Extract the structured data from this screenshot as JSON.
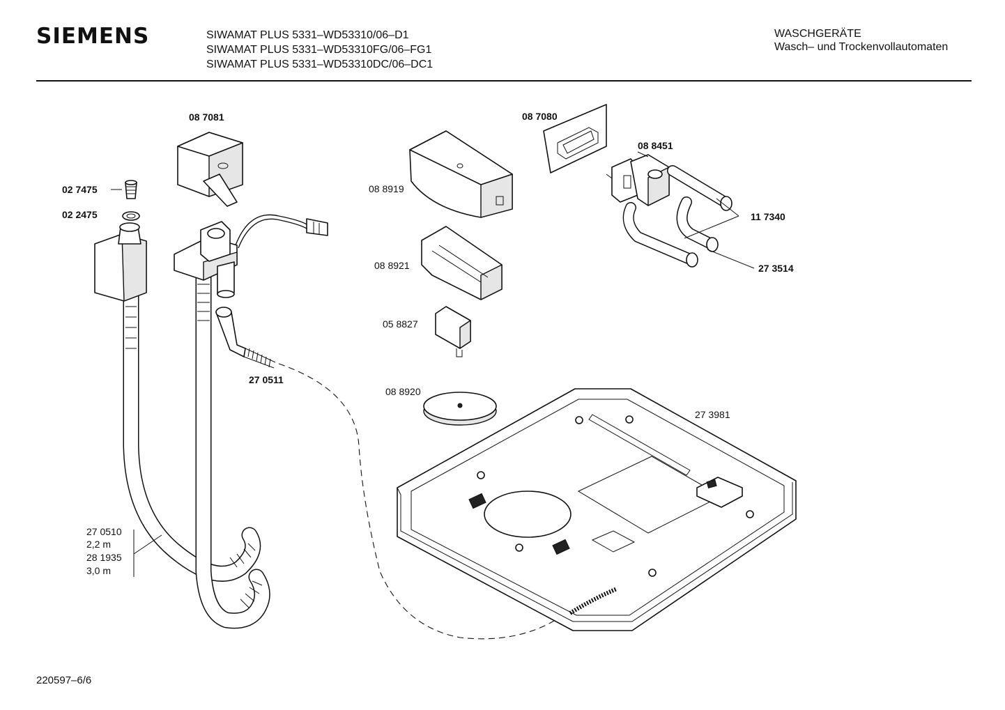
{
  "header": {
    "brand": "SIEMENS",
    "models": [
      "SIWAMAT PLUS 5331–WD53310/06–D1",
      "SIWAMAT PLUS 5331–WD53310FG/06–FG1",
      "SIWAMAT PLUS 5331–WD53310DC/06–DC1"
    ],
    "category": "WASCHGERÄTE",
    "subcategory": "Wasch– und Trockenvollautomaten"
  },
  "parts": {
    "p087081": "08 7081",
    "p027475": "02 7475",
    "p022475": "02 2475",
    "p270511": "27 0511",
    "p087080": "08 7080",
    "p088919": "08 8919",
    "p088921": "08 8921",
    "p058827": "05 8827",
    "p088920": "08 8920",
    "p088451": "08 8451",
    "p117340": "11 7340",
    "p273514": "27 3514",
    "p273981": "27 3981"
  },
  "hose_note": [
    "27 0510",
    "2,2 m",
    "28 1935",
    "3,0 m"
  ],
  "footer": "220597–6/6"
}
